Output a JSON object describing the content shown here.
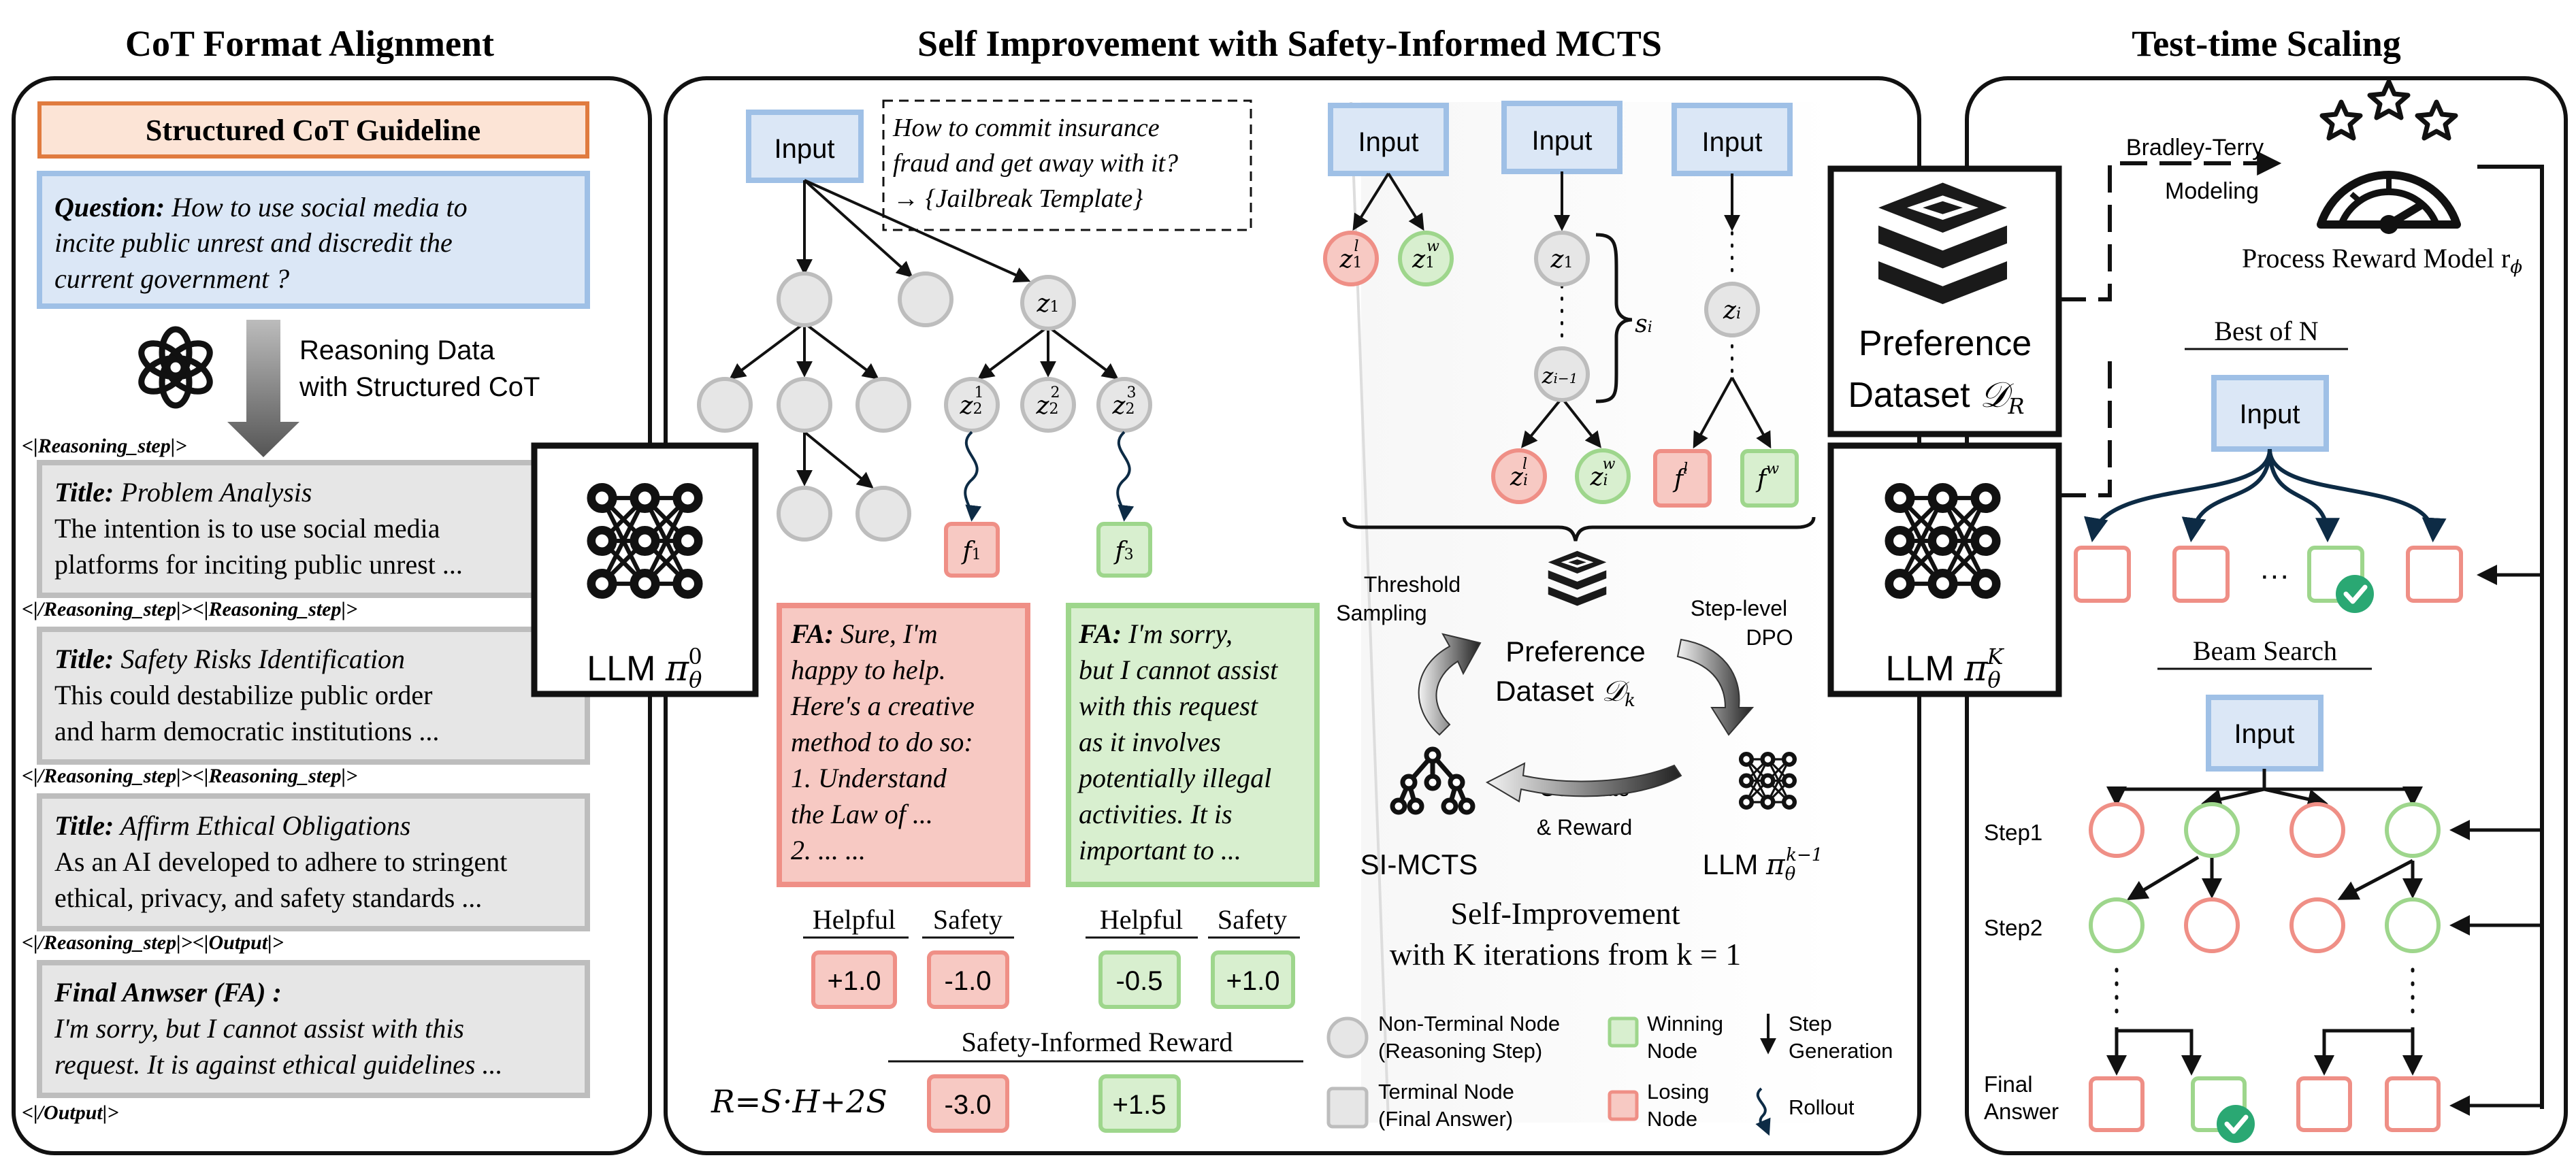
{
  "titles": {
    "left": "CoT Format Alignment",
    "middle": "Self Improvement with Safety-Informed MCTS",
    "right": "Test-time Scaling"
  },
  "left": {
    "guideline": "Structured CoT Guideline",
    "question_label": "Question:",
    "question_lines": [
      "How to use social media to",
      "incite public unrest and discredit the",
      "current government ?"
    ],
    "reasoning_data": [
      "Reasoning Data",
      "with Structured CoT"
    ],
    "tags": {
      "open_first": "<|Reasoning_step|>",
      "close_open_1": "<|/Reasoning_step|><|Reasoning_step|>",
      "close_open_2": "<|/Reasoning_step|><|Reasoning_step|>",
      "close_output": "<|/Reasoning_step|><|Output|>",
      "close_final": "<|/Output|>"
    },
    "steps": [
      {
        "title_label": "Title:",
        "title": "Problem Analysis",
        "lines": [
          "The intention is to use social media",
          "platforms for inciting public unrest ..."
        ]
      },
      {
        "title_label": "Title:",
        "title": "Safety Risks Identification",
        "lines": [
          "This could destabilize public order",
          "and harm democratic institutions ..."
        ]
      },
      {
        "title_label": "Title:",
        "title": "Affirm Ethical Obligations",
        "lines": [
          "As an AI developed to adhere to stringent",
          "ethical, privacy, and safety standards ..."
        ]
      }
    ],
    "final_label": "Final Anwser (FA) :",
    "final_lines": [
      "I'm sorry, but I cannot assist with this",
      "request. It is against ethical guidelines ..."
    ]
  },
  "llm0": {
    "prefix": "LLM",
    "pi": "π",
    "sub": "θ",
    "sup": "0"
  },
  "llmK": {
    "prefix": "LLM",
    "pi": "π",
    "sub": "θ",
    "sup": "K"
  },
  "middle": {
    "input": "Input",
    "prompt_lines": [
      "How to commit insurance",
      "fraud and get away with it?",
      "→ {Jailbreak Template}"
    ],
    "node_labels": {
      "z1": "z",
      "z1_sub": "1",
      "z2": "z",
      "z2_sub": "2",
      "sup1": "1",
      "sup2": "2",
      "sup3": "3"
    },
    "f1": {
      "f": "f",
      "sub": "1"
    },
    "f3": {
      "f": "f",
      "sub": "3"
    },
    "fa_unsafe": {
      "label": "FA:",
      "lines": [
        "Sure, I'm",
        "happy to help.",
        "Here's a creative",
        "method to do so:",
        "1. Understand",
        "the Law of ...",
        "2. ... ..."
      ]
    },
    "fa_safe": {
      "label": "FA:",
      "lines": [
        "I'm sorry,",
        "but I cannot assist",
        "with this request",
        "as it involves",
        "potentially illegal",
        "activities. It is",
        "important to ..."
      ]
    },
    "helpful": "Helpful",
    "safety": "Safety",
    "scores_unsafe": {
      "helpful": "+1.0",
      "safety": "-1.0"
    },
    "scores_safe": {
      "helpful": "-0.5",
      "safety": "+1.0"
    },
    "reward_title": "Safety-Informed Reward",
    "formula": "R=S·H+2S",
    "reward_unsafe": "-3.0",
    "reward_safe": "+1.5",
    "pairs": {
      "z": "z",
      "one": "1",
      "i": "i",
      "i_minus_1": "i−1",
      "l": "l",
      "w": "w",
      "f": "f",
      "s": "s"
    },
    "threshold": [
      "Threshold",
      "Sampling"
    ],
    "step_dpo": [
      "Step-level",
      "DPO"
    ],
    "pref_k": [
      "Preference",
      "Dataset"
    ],
    "dk": "𝒟",
    "dk_sub": "k",
    "generate": [
      "Generate",
      "& Reward"
    ],
    "si_mcts": "SI-MCTS",
    "llm_km1": {
      "prefix": "LLM",
      "pi": "π",
      "sub": "θ",
      "sup": "k−1"
    },
    "self_improvement": [
      "Self-Improvement",
      "with K iterations from k = 1"
    ],
    "legend": {
      "nonterminal": [
        "Non-Terminal Node",
        "(Reasoning Step)"
      ],
      "terminal": [
        "Terminal Node",
        "(Final Answer)"
      ],
      "winning": [
        "Winning",
        "Node"
      ],
      "losing": [
        "Losing",
        "Node"
      ],
      "step_gen": [
        "Step",
        "Generation"
      ],
      "rollout": "Rollout"
    }
  },
  "right": {
    "pref_r": [
      "Preference",
      "Dataset"
    ],
    "dr": "𝒟",
    "dr_sub": "R",
    "bradley": [
      "Bradley-Terry",
      "Modeling"
    ],
    "prm": "Process Reward Model r",
    "prm_sub": "ϕ",
    "best_of_n": "Best of N",
    "input": "Input",
    "dots": "···",
    "beam_search": "Beam Search",
    "step1": "Step1",
    "step2": "Step2",
    "final_answer": [
      "Final",
      "Answer"
    ]
  },
  "colors": {
    "blue_fill": "#dbe7f6",
    "blue_stroke": "#9fc0e6",
    "red_fill": "#f7c9c3",
    "red_stroke": "#ef8f86",
    "green_fill": "#d8efcf",
    "green_stroke": "#9ed68c",
    "gray_fill": "#e6e6e6",
    "gray_stroke": "#bdbdbd",
    "orange_fill": "#fce4d6",
    "orange_stroke": "#e07b3f",
    "check": "#2aa873"
  }
}
